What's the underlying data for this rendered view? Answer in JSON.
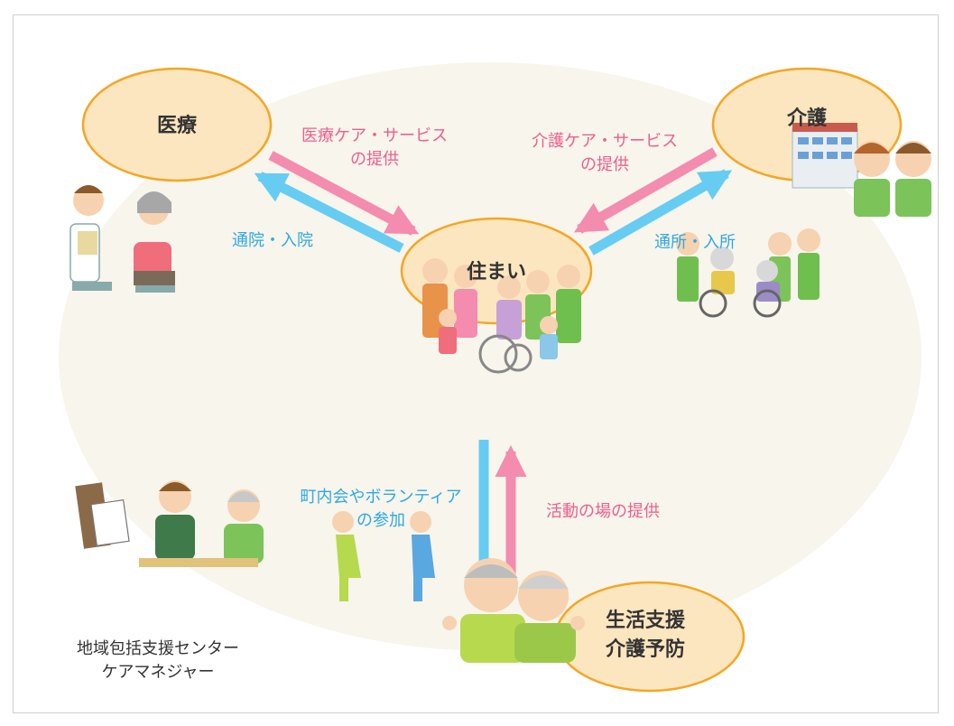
{
  "nodes": {
    "iryo": "医療",
    "kaigo": "介護",
    "sumai": "住まい",
    "seikatsu": "生活支援\n介護予防"
  },
  "edges": {
    "iryo_care": "医療ケア・サービス\nの提供",
    "kaigo_care": "介護ケア・サービス\nの提供",
    "tsuin": "通院・入院",
    "tsusho": "通所・入所",
    "chonaikai": "町内会やボランティア\nの参加",
    "katsudo": "活動の場の提供"
  },
  "center_label": "地域包括支援センター\nケアマネジャー",
  "colors": {
    "pink_arrow": "#f48cb0",
    "blue_arrow": "#66ccf2",
    "pink_text": "#ee5f8f",
    "blue_text": "#2fa9e2",
    "ellipse_fill": "#fce6bf",
    "ellipse_stroke": "#f5a623",
    "background_blob": "#f7f5ec"
  }
}
